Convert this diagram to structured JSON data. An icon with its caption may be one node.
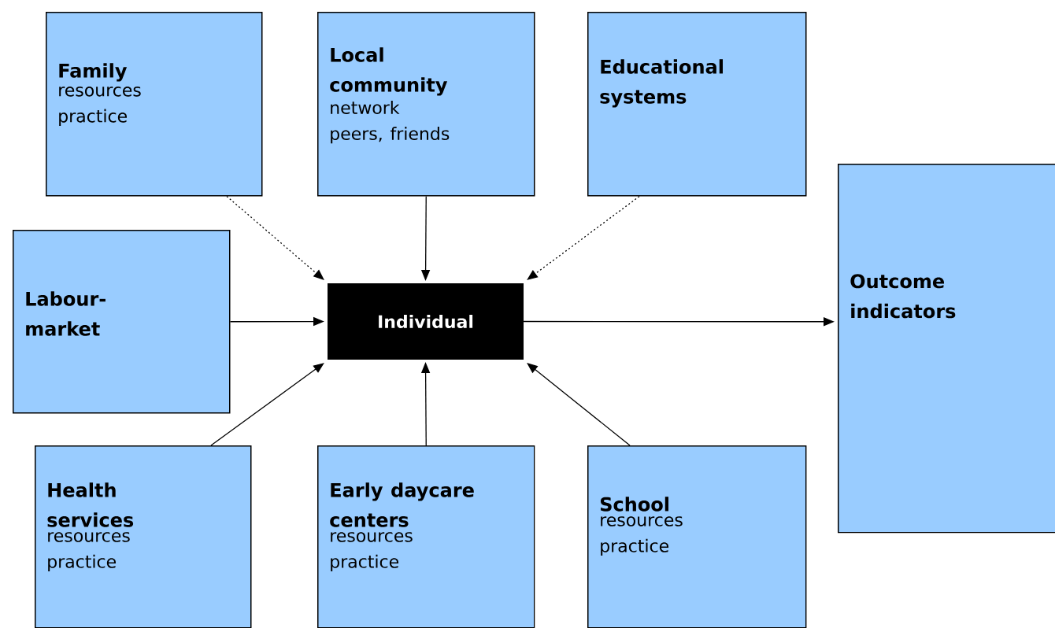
{
  "diagram": {
    "nodes": [
      {
        "text": [
          "Family",
          "resources practice"
        ]
      },
      {
        "text": [
          "Local community",
          "network peers, friends"
        ]
      },
      {
        "text": [
          "Educational systems"
        ]
      },
      {
        "text": [
          "Labour-market"
        ]
      },
      {
        "text": [
          "Individual"
        ]
      },
      {
        "text": [
          "Outcome indicators"
        ]
      },
      {
        "text": [
          "Health services",
          "resources practice"
        ]
      },
      {
        "text": [
          "Early daycare centers",
          "resources practice"
        ]
      },
      {
        "text": [
          "School",
          "resources practice"
        ]
      }
    ],
    "edges": [
      {
        "from": 0,
        "to": 4,
        "arrow": "to",
        "style": "dashed"
      },
      {
        "from": 1,
        "to": 4,
        "arrow": "to"
      },
      {
        "from": 2,
        "to": 4,
        "arrow": "to",
        "style": "dashed"
      },
      {
        "from": 3,
        "to": 4,
        "arrow": "to"
      },
      {
        "from": 4,
        "to": 5,
        "arrow": "to"
      },
      {
        "from": 6,
        "to": 4,
        "arrow": "to"
      },
      {
        "from": 7,
        "to": 4,
        "arrow": "to"
      },
      {
        "from": 8,
        "to": 4,
        "arrow": "to"
      }
    ]
  }
}
